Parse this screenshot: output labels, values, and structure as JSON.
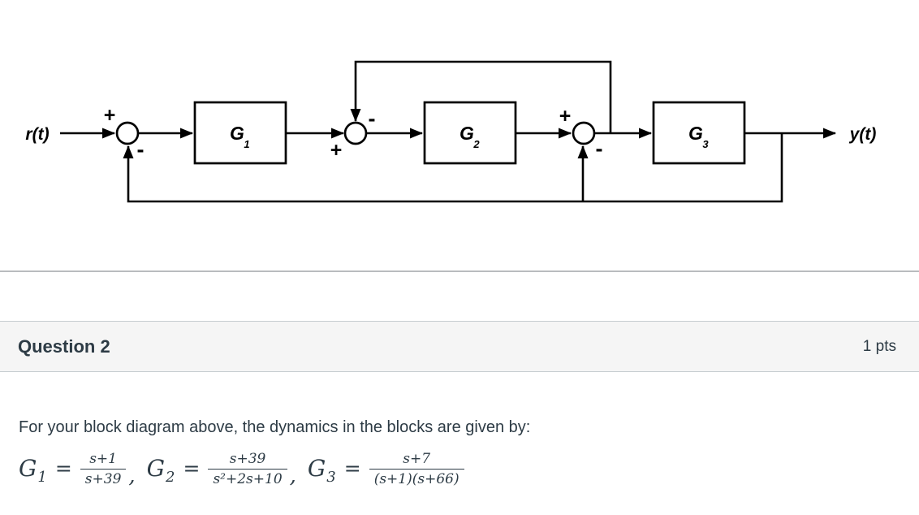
{
  "colors": {
    "page_bg": "#ffffff",
    "text": "#2d3b45",
    "diagram_stroke": "#000000",
    "divider": "#b9bcbe",
    "header_bg": "#f5f5f5",
    "header_border": "#c7cdd1"
  },
  "diagram": {
    "input_label": "r(t)",
    "output_label": "y(t)",
    "blocks": [
      {
        "name": "G",
        "sub": "1"
      },
      {
        "name": "G",
        "sub": "2"
      },
      {
        "name": "G",
        "sub": "3"
      }
    ],
    "sums": [
      {
        "plus": "+",
        "minus": "-"
      },
      {
        "plus": "+",
        "minus": "-"
      },
      {
        "plus": "+",
        "minus": "-"
      }
    ]
  },
  "question": {
    "title": "Question 2",
    "points": "1 pts",
    "body": "For your block diagram above, the dynamics in the blocks are given by:",
    "math": {
      "terms": [
        {
          "lhs": "G",
          "sub": "1",
          "eq": "=",
          "num": "s+1",
          "den": "s+39",
          "sep": ","
        },
        {
          "lhs": "G",
          "sub": "2",
          "eq": "=",
          "num": "s+39",
          "den": "s²+2s+10",
          "sep": ","
        },
        {
          "lhs": "G",
          "sub": "3",
          "eq": "=",
          "num": "s+7",
          "den": "(s+1)(s+66)",
          "sep": ""
        }
      ]
    }
  }
}
